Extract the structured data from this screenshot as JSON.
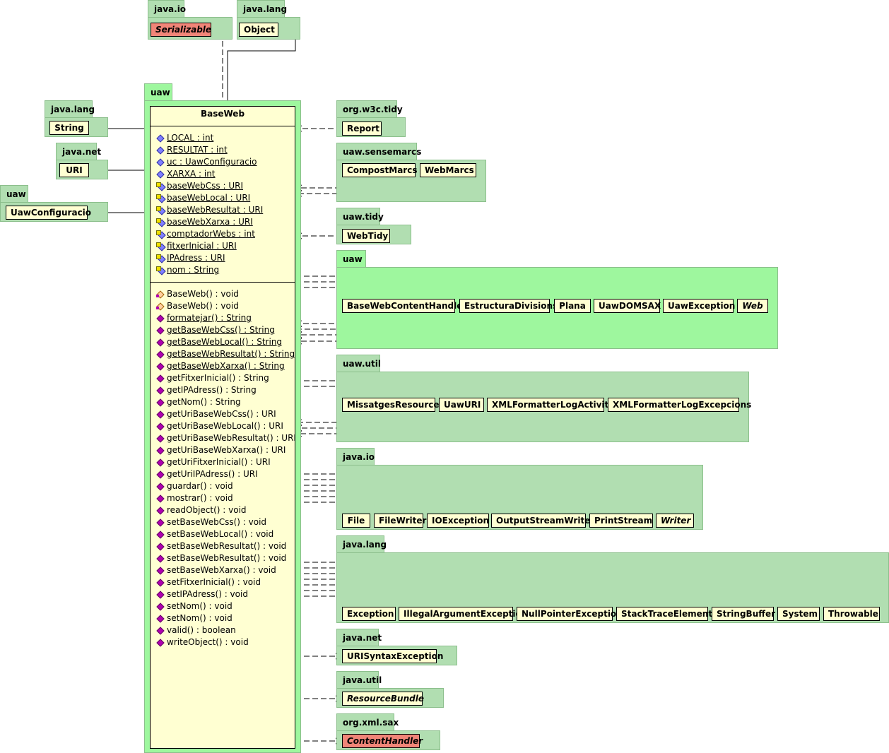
{
  "main_class": {
    "package": "uaw",
    "name": "BaseWeb",
    "fields": [
      {
        "label": "LOCAL : int",
        "kind": "field",
        "static": true
      },
      {
        "label": "RESULTAT : int",
        "kind": "field",
        "static": true
      },
      {
        "label": "uc : UawConfiguracio",
        "kind": "field",
        "static": true
      },
      {
        "label": "XARXA : int",
        "kind": "field",
        "static": true
      },
      {
        "label": "baseWebCss : URI",
        "kind": "pfield",
        "static": true
      },
      {
        "label": "baseWebLocal : URI",
        "kind": "pfield",
        "static": true
      },
      {
        "label": "baseWebResultat : URI",
        "kind": "pfield",
        "static": true
      },
      {
        "label": "baseWebXarxa : URI",
        "kind": "pfield",
        "static": true
      },
      {
        "label": "comptadorWebs : int",
        "kind": "pfield",
        "static": true
      },
      {
        "label": "fitxerInicial : URI",
        "kind": "pfield",
        "static": true
      },
      {
        "label": "IPAdress : URI",
        "kind": "pfield",
        "static": true
      },
      {
        "label": "nom : String",
        "kind": "pfield",
        "static": true
      }
    ],
    "methods": [
      {
        "label": "BaseWeb() : void",
        "kind": "ctor",
        "static": false
      },
      {
        "label": "BaseWeb() : void",
        "kind": "ctor",
        "static": false
      },
      {
        "label": "formatejar() : String",
        "kind": "meth",
        "static": true
      },
      {
        "label": "getBaseWebCss() : String",
        "kind": "meth",
        "static": true
      },
      {
        "label": "getBaseWebLocal() : String",
        "kind": "meth",
        "static": true
      },
      {
        "label": "getBaseWebResultat() : String",
        "kind": "meth",
        "static": true
      },
      {
        "label": "getBaseWebXarxa() : String",
        "kind": "meth",
        "static": true
      },
      {
        "label": "getFitxerInicial() : String",
        "kind": "meth",
        "static": false
      },
      {
        "label": "getIPAdress() : String",
        "kind": "meth",
        "static": false
      },
      {
        "label": "getNom() : String",
        "kind": "meth",
        "static": false
      },
      {
        "label": "getUriBaseWebCss() : URI",
        "kind": "meth",
        "static": false
      },
      {
        "label": "getUriBaseWebLocal() : URI",
        "kind": "meth",
        "static": false
      },
      {
        "label": "getUriBaseWebResultat() : URI",
        "kind": "meth",
        "static": false
      },
      {
        "label": "getUriBaseWebXarxa() : URI",
        "kind": "meth",
        "static": false
      },
      {
        "label": "getUriFitxerInicial() : URI",
        "kind": "meth",
        "static": false
      },
      {
        "label": "getUriIPAdress() : URI",
        "kind": "meth",
        "static": false
      },
      {
        "label": "guardar() : void",
        "kind": "meth",
        "static": false
      },
      {
        "label": "mostrar() : void",
        "kind": "meth",
        "static": false
      },
      {
        "label": "readObject() : void",
        "kind": "meth",
        "static": false
      },
      {
        "label": "setBaseWebCss() : void",
        "kind": "meth",
        "static": false
      },
      {
        "label": "setBaseWebLocal() : void",
        "kind": "meth",
        "static": false
      },
      {
        "label": "setBaseWebResultat() : void",
        "kind": "meth",
        "static": false
      },
      {
        "label": "setBaseWebResultat() : void",
        "kind": "meth",
        "static": false
      },
      {
        "label": "setBaseWebXarxa() : void",
        "kind": "meth",
        "static": false
      },
      {
        "label": "setFitxerInicial() : void",
        "kind": "meth",
        "static": false
      },
      {
        "label": "setIPAdress() : void",
        "kind": "meth",
        "static": false
      },
      {
        "label": "setNom() : void",
        "kind": "meth",
        "static": false
      },
      {
        "label": "setNom() : void",
        "kind": "meth",
        "static": false
      },
      {
        "label": "valid() : boolean",
        "kind": "meth",
        "static": false
      },
      {
        "label": "writeObject() : void",
        "kind": "meth",
        "static": false
      }
    ]
  },
  "top_packages": [
    {
      "name": "java.io",
      "classes": [
        {
          "name": "Serializable",
          "type": "interface"
        }
      ]
    },
    {
      "name": "java.lang",
      "classes": [
        {
          "name": "Object",
          "type": "class"
        }
      ]
    }
  ],
  "left_packages": [
    {
      "name": "java.lang",
      "classes": [
        {
          "name": "String",
          "type": "class"
        }
      ]
    },
    {
      "name": "java.net",
      "classes": [
        {
          "name": "URI",
          "type": "class"
        }
      ]
    },
    {
      "name": "uaw",
      "classes": [
        {
          "name": "UawConfiguracio",
          "type": "class"
        }
      ]
    }
  ],
  "right_packages": [
    {
      "name": "org.w3c.tidy",
      "classes": [
        {
          "name": "Report",
          "type": "class"
        }
      ]
    },
    {
      "name": "uaw.sensemarcs",
      "classes": [
        {
          "name": "CompostMarcs",
          "type": "class"
        },
        {
          "name": "WebMarcs",
          "type": "class"
        }
      ]
    },
    {
      "name": "uaw.tidy",
      "classes": [
        {
          "name": "WebTidy",
          "type": "class"
        }
      ]
    },
    {
      "name": "uaw",
      "classes": [
        {
          "name": "BaseWebContentHandler",
          "type": "class"
        },
        {
          "name": "EstructuraDivisions",
          "type": "class"
        },
        {
          "name": "Plana",
          "type": "class"
        },
        {
          "name": "UawDOMSAX",
          "type": "class"
        },
        {
          "name": "UawException",
          "type": "class"
        },
        {
          "name": "Web",
          "type": "abstract"
        }
      ]
    },
    {
      "name": "uaw.util",
      "classes": [
        {
          "name": "MissatgesResource",
          "type": "class"
        },
        {
          "name": "UawURI",
          "type": "class"
        },
        {
          "name": "XMLFormatterLogActivitat",
          "type": "class"
        },
        {
          "name": "XMLFormatterLogExcepcions",
          "type": "class"
        }
      ]
    },
    {
      "name": "java.io",
      "classes": [
        {
          "name": "File",
          "type": "class"
        },
        {
          "name": "FileWriter",
          "type": "class"
        },
        {
          "name": "IOException",
          "type": "class"
        },
        {
          "name": "OutputStreamWriter",
          "type": "class"
        },
        {
          "name": "PrintStream",
          "type": "class"
        },
        {
          "name": "Writer",
          "type": "abstract"
        }
      ]
    },
    {
      "name": "java.lang",
      "classes": [
        {
          "name": "Exception",
          "type": "class"
        },
        {
          "name": "IllegalArgumentException",
          "type": "class"
        },
        {
          "name": "NullPointerException",
          "type": "class"
        },
        {
          "name": "StackTraceElement",
          "type": "class"
        },
        {
          "name": "StringBuffer",
          "type": "class"
        },
        {
          "name": "System",
          "type": "class"
        },
        {
          "name": "Throwable",
          "type": "class"
        }
      ]
    },
    {
      "name": "java.net",
      "classes": [
        {
          "name": "URISyntaxException",
          "type": "class"
        }
      ]
    },
    {
      "name": "java.util",
      "classes": [
        {
          "name": "ResourceBundle",
          "type": "abstract"
        }
      ]
    },
    {
      "name": "org.xml.sax",
      "classes": [
        {
          "name": "ContentHandler",
          "type": "interface"
        }
      ]
    }
  ],
  "colors": {
    "package_fill": "#b1deb1",
    "package_highlight": "#9ef79e",
    "class_fill": "#ffffd2",
    "interface_fill": "#f18578"
  }
}
